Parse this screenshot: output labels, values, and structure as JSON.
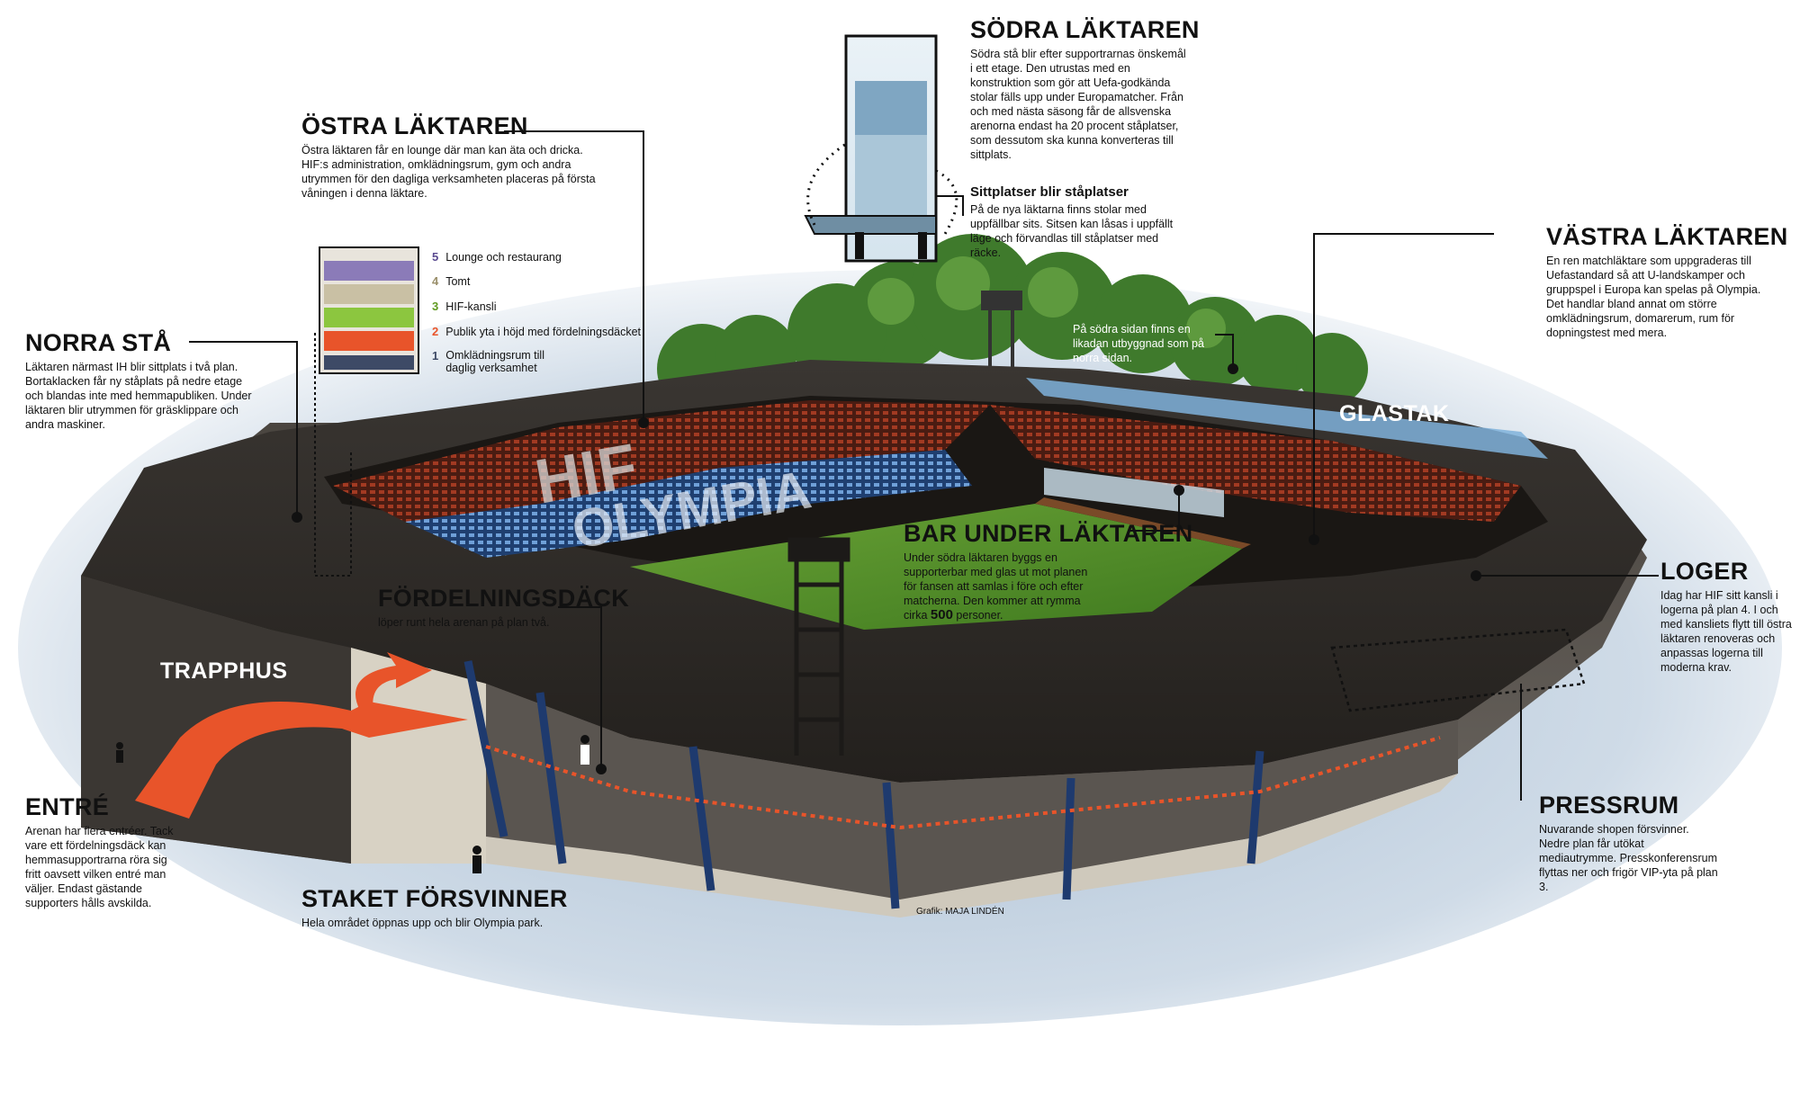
{
  "callouts": {
    "sodra": {
      "title": "SÖDRA LÄKTAREN",
      "body": "Södra stå blir efter supportrarnas önskemål i ett etage. Den utrustas med en konstruktion som gör att Uefa-godkända stolar fälls upp under Europamatcher. Från och med nästa säsong får de allsvenska arenorna endast ha 20 procent ståplatser, som dessutom ska kunna konverteras till sittplats."
    },
    "sittplatser": {
      "title": "Sittplatser blir ståplatser",
      "body": "På de nya läktarna finns stolar med uppfällbar sits. Sitsen kan låsas i uppfällt läge och förvandlas till ståplatser med räcke."
    },
    "ostra": {
      "title": "ÖSTRA LÄKTAREN",
      "body": "Östra läktaren får en lounge där man kan äta och dricka. HIF:s administration, omklädningsrum, gym och andra utrymmen för den dagliga verksamheten placeras på första våningen i denna läktare."
    },
    "vastra": {
      "title": "VÄSTRA LÄKTAREN",
      "body": "En ren matchläktare som uppgraderas till Uefastandard så att U-landskamper och gruppspel i Europa kan spelas på Olympia. Det handlar bland annat om större omklädningsrum, domarerum, rum för dopningstest med mera."
    },
    "norra": {
      "title": "NORRA STÅ",
      "body": "Läktaren närmast IH blir sittplats i två plan. Bortaklacken får ny ståplats på nedre etage och blandas inte med hemmapubliken. Under läktaren blir utrymmen för gräsklippare och andra maskiner."
    },
    "fordelning": {
      "title": "FÖRDELNINGSDÄCK",
      "body": "löper runt hela arenan på plan två."
    },
    "bar": {
      "title": "BAR UNDER LÄKTAREN",
      "body_before": "Under södra läktaren byggs en supporterbar med glas ut mot planen för fansen att samlas i före och efter matcherna. Den kommer att rymma cirka",
      "body_number": "500",
      "body_after": "personer."
    },
    "loger": {
      "title": "LOGER",
      "body": "Idag har HIF sitt kansli i logerna på plan 4. I och med kansliets flytt till östra läktaren renoveras och anpassas logerna till moderna krav."
    },
    "entre": {
      "title": "ENTRÉ",
      "body": "Arenan har flera entréer. Tack vare ett fördelningsdäck kan hemmasupportrarna röra sig fritt oavsett vilken entré man väljer. Endast gästande supporters hålls avskilda."
    },
    "staket": {
      "title": "STAKET FÖRSVINNER",
      "body": "Hela området öppnas upp och blir Olympia park."
    },
    "pressrum": {
      "title": "PRESSRUM",
      "body": "Nuvarande shopen försvinner. Nedre plan får utökat mediautrymme. Presskonferensrum flyttas ner och frigör VIP-yta på plan 3."
    },
    "sodra_sidan": {
      "body": "På södra sidan finns en likadan utbyggnad som på norra sidan."
    }
  },
  "labels": {
    "glastak": "GLASTAK",
    "trapphus": "TRAPPHUS",
    "seat_text_1": "HIF",
    "seat_text_2": "OLYMPIA"
  },
  "legend": [
    {
      "num": "5",
      "label": "Lounge och  restaurang",
      "color": "#8b7bb8"
    },
    {
      "num": "4",
      "label": "Tomt",
      "color": "#c9c0a4"
    },
    {
      "num": "3",
      "label": "HIF-kansli",
      "color": "#8cc63f"
    },
    {
      "num": "2",
      "label": "Publik yta i höjd med fördelningsdäcket",
      "color": "#e8542a"
    },
    {
      "num": "1",
      "label": "Omklädningsrum till daglig verksamhet",
      "color": "#3d4a66"
    }
  ],
  "credit": "Grafik: MAJA LINDÉN",
  "colors": {
    "grass": "#4f8a2a",
    "concrete": "#2c2926",
    "seat_red": "#7a2a1a",
    "seat_blue": "#3a6fb0",
    "accent_orange": "#e8542a"
  }
}
